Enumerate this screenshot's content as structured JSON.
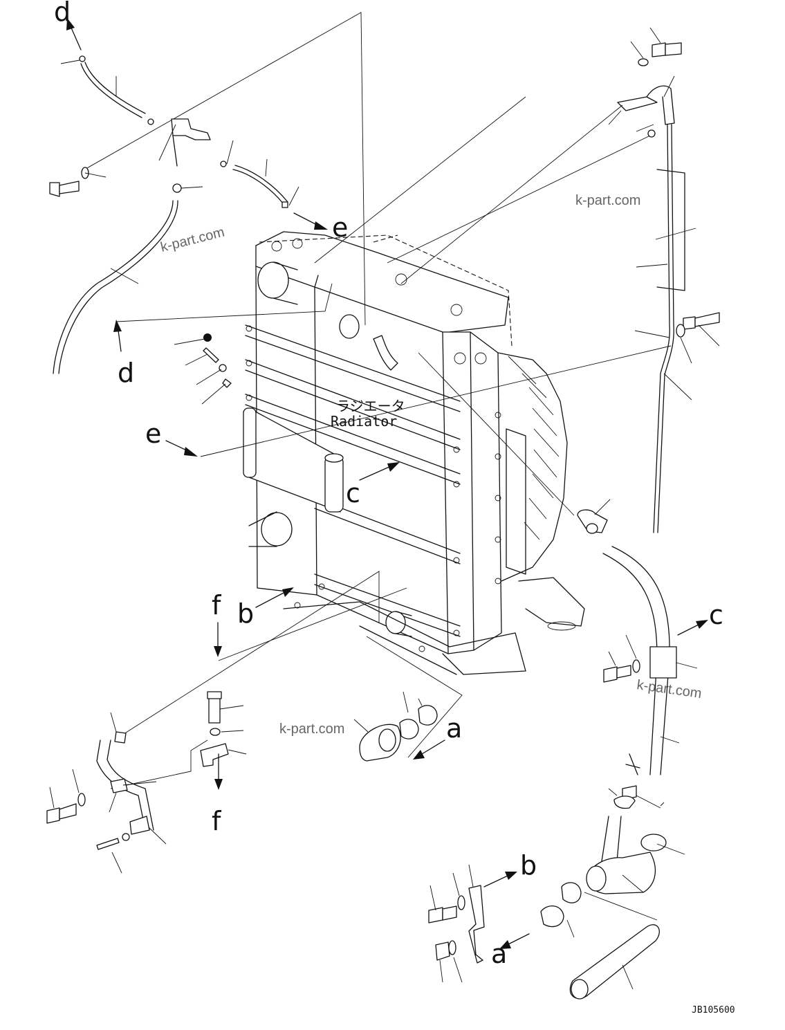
{
  "diagram": {
    "component_label_ja": "ラジエータ",
    "component_label_en": "Radiator",
    "figure_code": "JB105600",
    "watermark": "k-part.com",
    "reference_letters": [
      "a",
      "b",
      "c",
      "d",
      "e",
      "f"
    ]
  }
}
